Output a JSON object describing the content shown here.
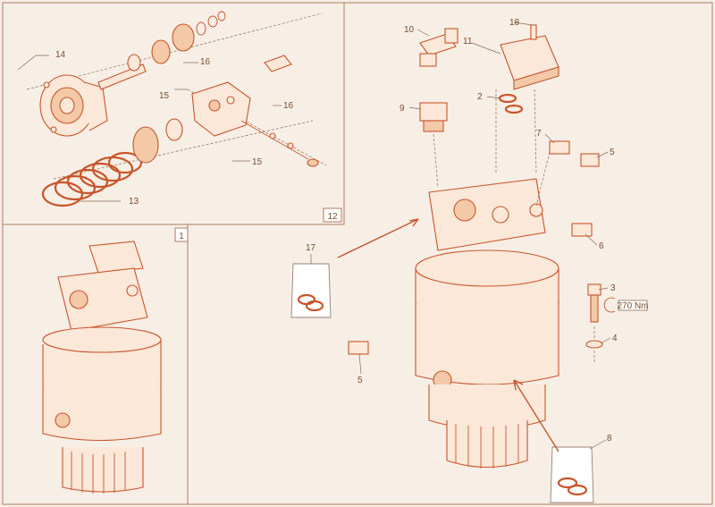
{
  "colors": {
    "line": "#c8552a",
    "fill": "#fbe8d8",
    "background": "#f7efe6",
    "frame": "#b07a60"
  },
  "callouts": {
    "c1": "1",
    "c2": "2",
    "c3": "3",
    "c4": "4",
    "c5a": "5",
    "c5b": "5",
    "c6": "6",
    "c7": "7",
    "c8": "8",
    "c9": "9",
    "c10": "10",
    "c11": "11",
    "c12": "12",
    "c13": "13",
    "c14": "14",
    "c15a": "15",
    "c15b": "15",
    "c16a": "16",
    "c16b": "16",
    "c17": "17",
    "c18": "18"
  },
  "torque_label": "270 Nm"
}
